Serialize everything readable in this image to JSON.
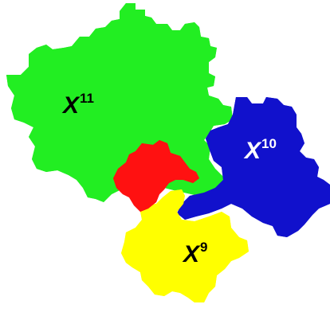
{
  "figure": {
    "regions": [
      {
        "id": "x11",
        "base": "X",
        "exponent": "11",
        "fill": "#22ee22",
        "label_color": "#000000"
      },
      {
        "id": "x10",
        "base": "X",
        "exponent": "10",
        "fill": "#1111cc",
        "label_color": "#ffffff"
      },
      {
        "id": "x9",
        "base": "X",
        "exponent": "9",
        "fill": "#ffff00",
        "label_color": "#000000"
      },
      {
        "id": "overlap",
        "fill": "#ff1111"
      }
    ],
    "hatch_color": "#ffffff",
    "background": "#ffffff"
  }
}
